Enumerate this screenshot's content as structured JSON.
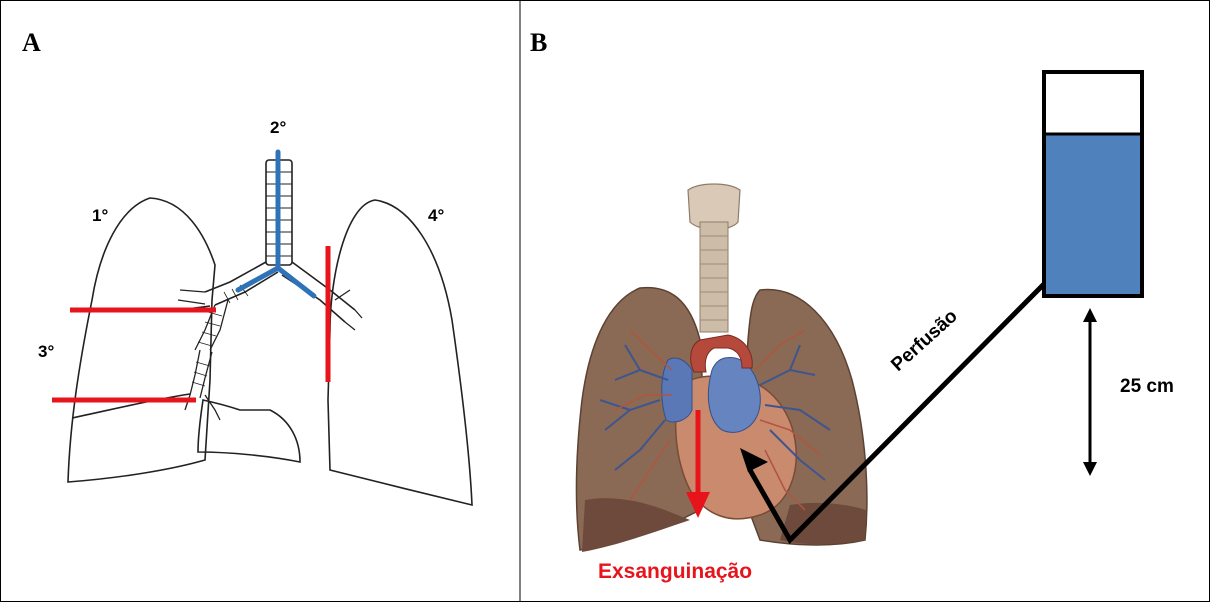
{
  "panel_a": {
    "letter": "A",
    "labels": [
      "1°",
      "2°",
      "3°",
      "4°"
    ]
  },
  "panel_b": {
    "letter": "B",
    "perfusion_label": "Perfusão",
    "height_label": "25 cm",
    "exsanguination_label": "Exsanguinação"
  },
  "colors": {
    "cut_line": "#e8141c",
    "airway_marker": "#2e73b8",
    "reservoir_fluid": "#4f81bd",
    "exsanguination": "#e8141c",
    "lung_tissue": "#8a6a55",
    "heart_vein": "#5a78b5"
  }
}
